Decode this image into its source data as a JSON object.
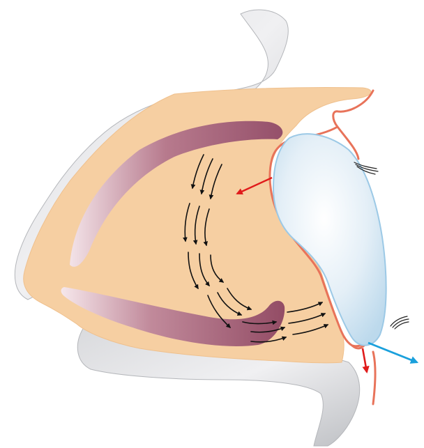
{
  "diagram": {
    "colors": {
      "background": "#ffffff",
      "bone_light": "#ececee",
      "bone_mid": "#c9cacd",
      "bone_shadow": "#a9abaf",
      "tissue": "#f6cfa2",
      "tissue_edge": "#e9b987",
      "membrane": "#e8735a",
      "cartilage_dark": "#9a5468",
      "cartilage_light": "#f2dfe4",
      "balloon_fill": "#d4e6f1",
      "balloon_edge": "#9cc9e6",
      "flow_arrow": "#111111",
      "pressure_arrow": "#e01b1b",
      "exit_arrow": "#1aa0dc",
      "suture": "#222222"
    },
    "elements": [
      "bone-frame",
      "soft-tissue",
      "upper-cartilage-band",
      "lower-cartilage-band",
      "lining-membrane",
      "balloon",
      "flow-arrows",
      "inward-pressure-arrow",
      "downward-pressure-arrow",
      "outward-flow-arrow",
      "upper-suture",
      "lower-suture"
    ]
  }
}
